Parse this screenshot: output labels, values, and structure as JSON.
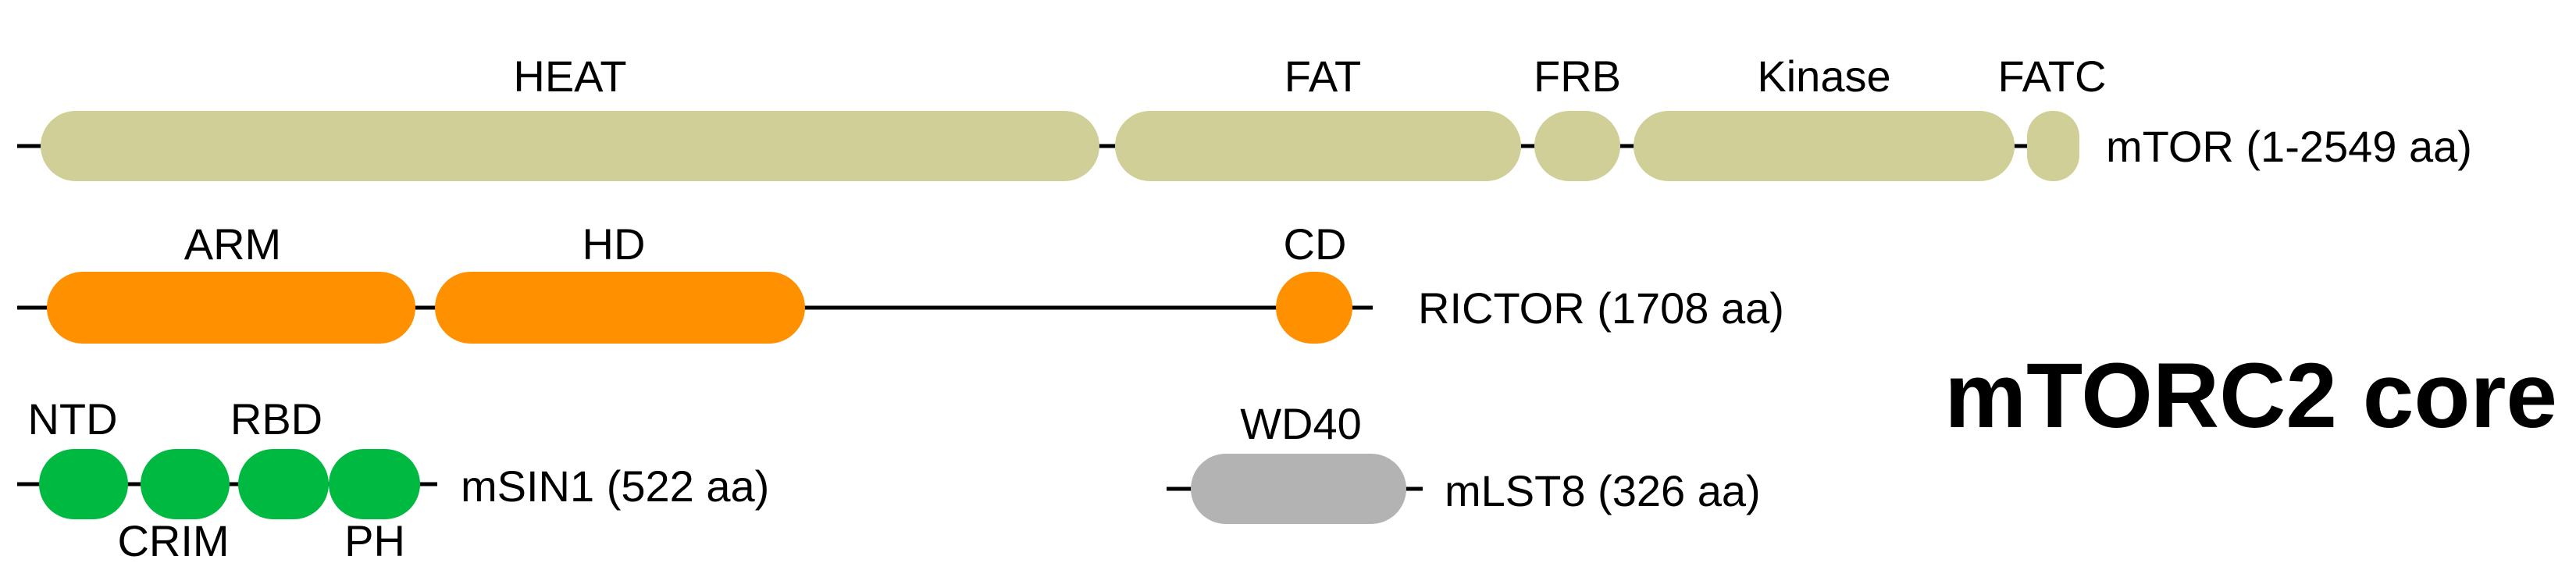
{
  "title": "mTORC2 core",
  "colors": {
    "mTOR": "#cfcf97",
    "RICTOR": "#ff9000",
    "mSIN1": "#00b940",
    "mLST8": "#b3b3b3",
    "line": "#000000"
  },
  "proteins": {
    "mTOR": {
      "name": "mTOR (1-2549 aa)",
      "domains": [
        "HEAT",
        "FAT",
        "FRB",
        "Kinase",
        "FATC"
      ]
    },
    "RICTOR": {
      "name": "RICTOR (1708 aa)",
      "domains": [
        "ARM",
        "HD",
        "CD"
      ]
    },
    "mSIN1": {
      "name": "mSIN1 (522 aa)",
      "domains": [
        "NTD",
        "CRIM",
        "RBD",
        "PH"
      ]
    },
    "mLST8": {
      "name": "mLST8 (326 aa)",
      "domains": [
        "WD40"
      ]
    }
  }
}
